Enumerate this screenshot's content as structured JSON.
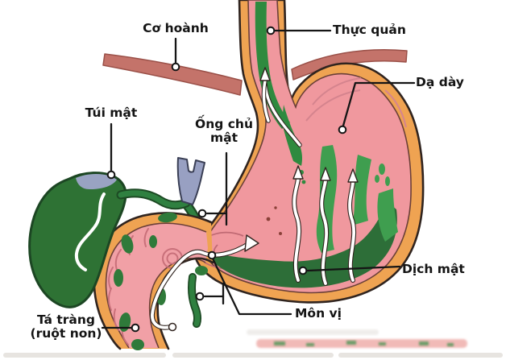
{
  "figure": {
    "kind": "anatomical-diagram",
    "language": "vi"
  },
  "labels": {
    "diaphragm": {
      "text": "Cơ hoành"
    },
    "esophagus": {
      "text": "Thực quản"
    },
    "stomach": {
      "text": "Dạ dày"
    },
    "gallbladder": {
      "text": "Túi mật"
    },
    "common_bile_duct": {
      "line1": "Ống chủ",
      "line2": "mật"
    },
    "bile": {
      "text": "Dịch mật"
    },
    "pylorus": {
      "text": "Môn vị"
    },
    "duodenum": {
      "line1": "Tá tràng",
      "line2": "(ruột non)"
    }
  },
  "colors": {
    "stomach_wall": "#efa352",
    "stomach_interior": "#f0989e",
    "outline": "#30241f",
    "bile_dark": "#2d6e38",
    "bile_bright": "#3f9e4f",
    "gallbladder_green": "#2e7234",
    "duct_blue_gray": "#98a0c2",
    "diaphragm_red": "#c4736a",
    "arrow_white": "#ffffff",
    "label_text": "#141414"
  }
}
